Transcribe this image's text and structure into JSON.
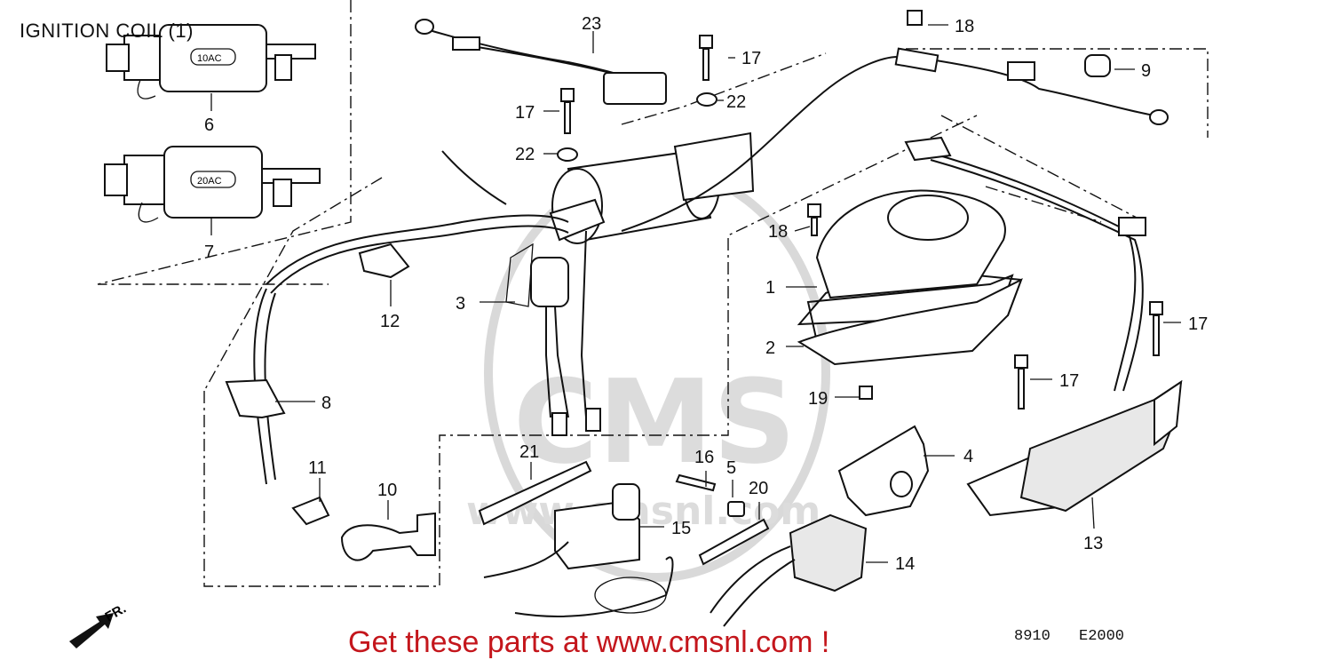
{
  "title": "IGNITION COIL (1)",
  "promo": "Get these parts at www.cmsnl.com !",
  "watermark": {
    "text": "CMS",
    "url": "www.cmsnl.com",
    "color": "#dcdcdc"
  },
  "codes": {
    "left": "8910",
    "right": "E2000"
  },
  "direction": "FR.",
  "coil_labels": {
    "a": "10AC",
    "b": "20AC"
  },
  "accent_color": "#c4161c",
  "callouts": {
    "c1": "1",
    "c2": "2",
    "c3": "3",
    "c4": "4",
    "c5": "5",
    "c6": "6",
    "c7": "7",
    "c8": "8",
    "c9": "9",
    "c10": "10",
    "c11": "11",
    "c12": "12",
    "c13": "13",
    "c14": "14",
    "c15": "15",
    "c16": "16",
    "c17a": "17",
    "c17b": "17",
    "c17c": "17",
    "c17d": "17",
    "c18a": "18",
    "c18b": "18",
    "c19": "19",
    "c20": "20",
    "c21": "21",
    "c22a": "22",
    "c22b": "22",
    "c23": "23"
  }
}
